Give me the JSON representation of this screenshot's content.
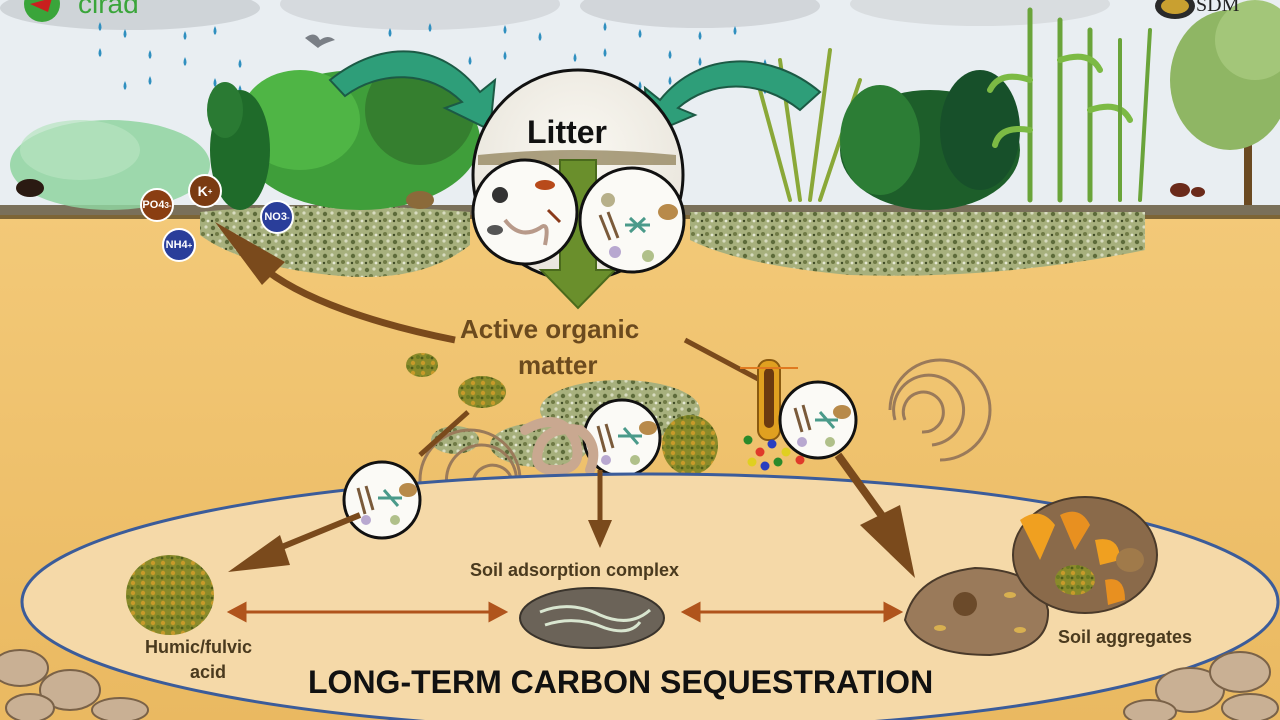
{
  "logos": {
    "cirad_text": "cirad",
    "isdm_text": "SDM"
  },
  "labels": {
    "litter": "Litter",
    "active_organic_matter_line1": "Active organic",
    "active_organic_matter_line2": "matter",
    "soil_adsorption_complex": "Soil adsorption complex",
    "humic_fulvic_line1": "Humic/fulvic",
    "humic_fulvic_line2": "acid",
    "soil_aggregates": "Soil aggregates",
    "long_term_carbon": "LONG-TERM CARBON SEQUESTRATION"
  },
  "nutrients": {
    "po4": "PO4",
    "po4_charge": "3-",
    "k": "K",
    "k_charge": "+",
    "no3": "NO3",
    "no3_charge": "-",
    "nh4": "NH4",
    "nh4_charge": "+"
  },
  "colors": {
    "sky": "#e9eef2",
    "soil": "#f2c46e",
    "arrow_brown": "#7a4a1c",
    "arrow_green": "#2e9e79",
    "down_arrow_green": "#6a8f2c",
    "ellipse_border": "#3b5c9a",
    "label_brown": "#6b4a1e",
    "k_ion": "#7a3b12",
    "n_ion": "#2a3e9a"
  }
}
